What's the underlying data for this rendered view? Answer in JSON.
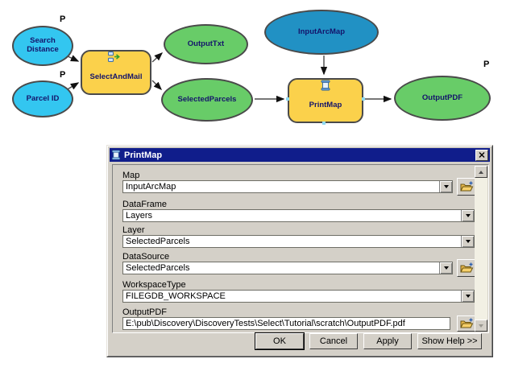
{
  "colors": {
    "param_input_blue": "#33C6F0",
    "variable_blue": "#2191C4",
    "tool_yellow": "#FBD14B",
    "output_green": "#68CC68",
    "titlebar_navy": "#101d8b",
    "dialog_gray": "#D4D0C8"
  },
  "icons": {
    "title_icon": "script-scroll-icon",
    "print_map_icon": "script-scroll-icon",
    "select_and_mail_icon": "model-icon",
    "browse_icon": "open-folder-plus-icon",
    "dropdown_icon": "chevron-down-icon",
    "close_icon": "close-x-icon",
    "scroll_up_icon": "arrow-up-icon",
    "scroll_down_icon": "arrow-down-icon"
  },
  "model_diagram": {
    "nodes": [
      {
        "id": "search-distance",
        "label": "Search Distance",
        "param": "P",
        "color": "#33C6F0"
      },
      {
        "id": "parcel-id",
        "label": "Parcel ID",
        "param": "P",
        "color": "#33C6F0"
      },
      {
        "id": "select-and-mail",
        "label": "SelectAndMail",
        "color": "#FBD14B"
      },
      {
        "id": "output-txt",
        "label": "OutputTxt",
        "color": "#68CC68"
      },
      {
        "id": "selected-parcels",
        "label": "SelectedParcels",
        "color": "#68CC68"
      },
      {
        "id": "input-arc-map",
        "label": "InputArcMap",
        "color": "#2191C4"
      },
      {
        "id": "print-map",
        "label": "PrintMap",
        "color": "#FBD14B"
      },
      {
        "id": "output-pdf",
        "label": "OutputPDF",
        "param": "P",
        "color": "#68CC68"
      }
    ]
  },
  "dialog": {
    "title": "PrintMap",
    "fields": [
      {
        "label": "Map",
        "value": "InputArcMap",
        "type": "combo",
        "browse": true
      },
      {
        "label": "DataFrame",
        "value": "Layers",
        "type": "combo",
        "browse": false
      },
      {
        "label": "Layer",
        "value": "SelectedParcels",
        "type": "combo",
        "browse": false
      },
      {
        "label": "DataSource",
        "value": "SelectedParcels",
        "type": "combo",
        "browse": true
      },
      {
        "label": "WorkspaceType",
        "value": "FILEGDB_WORKSPACE",
        "type": "combo",
        "browse": false
      },
      {
        "label": "OutputPDF",
        "value": "E:\\pub\\Discovery\\DiscoveryTests\\Select\\Tutorial\\scratch\\OutputPDF.pdf",
        "type": "text",
        "browse": true
      }
    ],
    "buttons": [
      {
        "label": "OK",
        "default": true
      },
      {
        "label": "Cancel"
      },
      {
        "label": "Apply"
      },
      {
        "label": "Show Help >>"
      }
    ]
  }
}
